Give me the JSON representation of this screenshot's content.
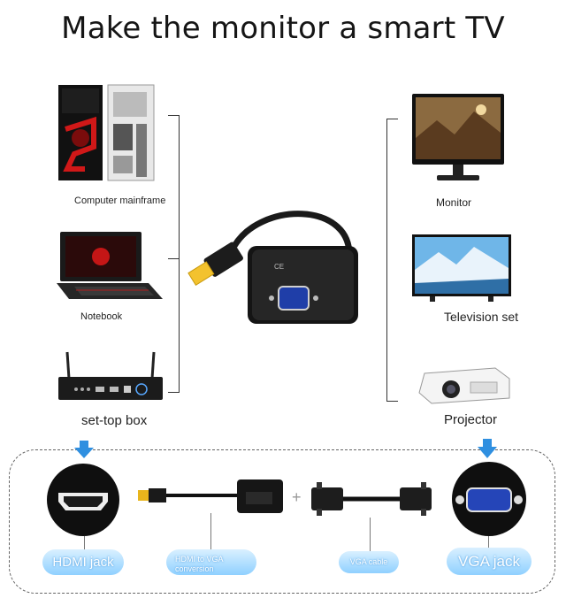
{
  "title": "Make the monitor a smart TV",
  "left_devices": {
    "computer": "Computer mainframe",
    "notebook": "Notebook",
    "settop": "set-top box"
  },
  "right_devices": {
    "monitor": "Monitor",
    "television": "Television set",
    "projector": "Projector"
  },
  "adapter": {
    "label": "CE"
  },
  "bottom_panel": {
    "hdmi_jack": "HDMI jack",
    "conversion": "HDMI to VGA conversion",
    "plus": "+",
    "vga_cable": "VGA cable",
    "vga_jack": "VGA jack"
  },
  "colors": {
    "accent": "#2f8fe0",
    "pill": "#9fd6ff",
    "dark": "#1b1b1b"
  }
}
